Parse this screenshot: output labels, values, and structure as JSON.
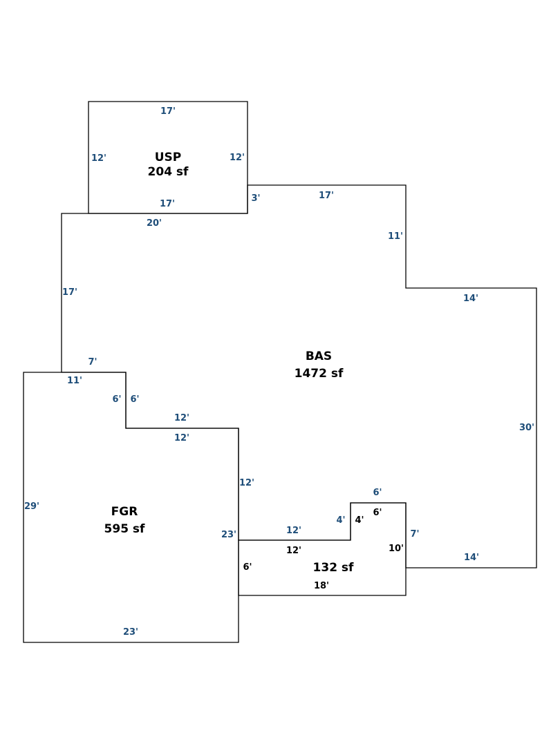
{
  "areas": {
    "usp": {
      "code": "USP",
      "area": "204 sf"
    },
    "bas": {
      "code": "BAS",
      "area": "1472 sf"
    },
    "fgr": {
      "code": "FGR",
      "area": "595 sf"
    },
    "addition": {
      "area": "132 sf"
    }
  },
  "dimensions": {
    "usp_top": "17'",
    "usp_left": "12'",
    "usp_right": "12'",
    "usp_bottom": "17'",
    "bas_step_3": "3'",
    "bas_top_17": "17'",
    "bas_top_20": "20'",
    "bas_right_11": "11'",
    "bas_right_14_top": "14'",
    "bas_left_17": "17'",
    "bas_7": "7'",
    "fgr_11": "11'",
    "fgr_6_left": "6'",
    "bas_6_right": "6'",
    "bas_12_over": "12'",
    "fgr_12_under": "12'",
    "bas_30": "30'",
    "bas_12_vert": "12'",
    "bas_6_top": "6'",
    "add_6_top": "6'",
    "bas_4": "4'",
    "add_4": "4'",
    "fgr_29": "29'",
    "fgr_23_right": "23'",
    "bas_12_lower": "12'",
    "add_12": "12'",
    "bas_7_right": "7'",
    "add_10": "10'",
    "bas_14_bottom": "14'",
    "add_6_left": "6'",
    "add_18": "18'",
    "fgr_23_bottom": "23'"
  },
  "colors": {
    "outline": "#000000",
    "dimension_blue": "#1f4e79",
    "dimension_black": "#000000",
    "background": "#ffffff"
  }
}
